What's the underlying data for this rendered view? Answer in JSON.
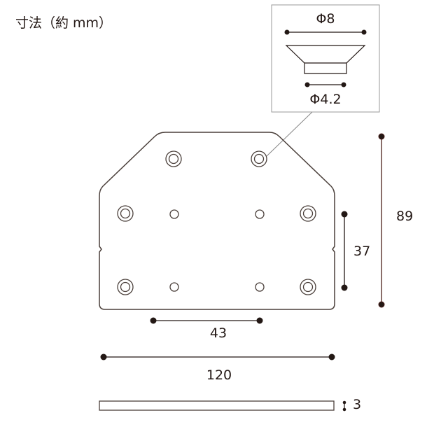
{
  "title": "寸法（約 mm）",
  "detail": {
    "outer_diameter": "Φ8",
    "inner_diameter": "Φ4.2"
  },
  "dimensions": {
    "height": "89",
    "hole_vertical_pitch": "37",
    "hole_horizontal_pitch": "43",
    "width": "120",
    "thickness": "3"
  },
  "colors": {
    "line": "#4a3f3a",
    "dim": "#231815"
  }
}
